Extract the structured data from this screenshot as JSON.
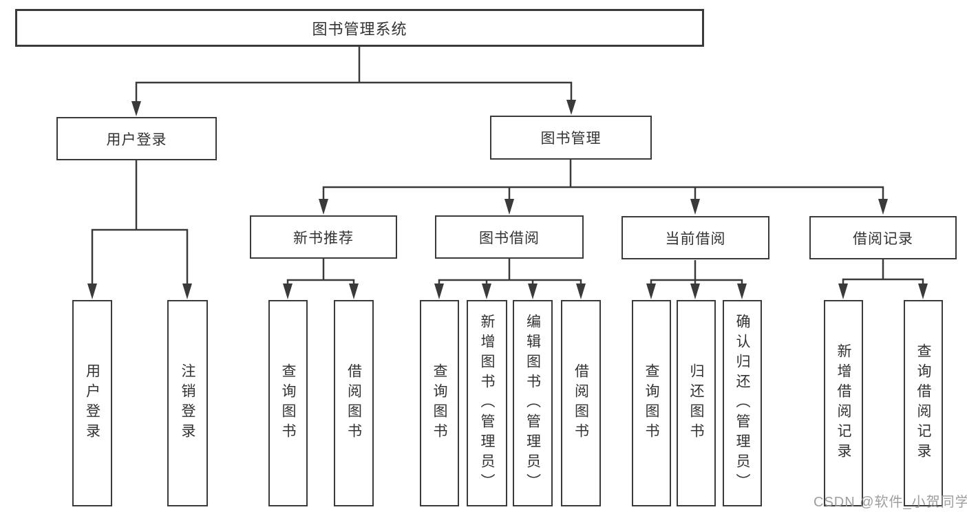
{
  "tree": {
    "label": "图书管理系统",
    "children": [
      {
        "label": "用户登录",
        "children": [
          {
            "label": "用户登录"
          },
          {
            "label": "注销登录"
          }
        ]
      },
      {
        "label": "图书管理",
        "children": [
          {
            "label": "新书推荐",
            "children": [
              {
                "label": "查询图书"
              },
              {
                "label": "借阅图书"
              }
            ]
          },
          {
            "label": "图书借阅",
            "children": [
              {
                "label": "查询图书"
              },
              {
                "label": "新增图书（管理员）"
              },
              {
                "label": "编辑图书（管理员）"
              },
              {
                "label": "借阅图书"
              }
            ]
          },
          {
            "label": "当前借阅",
            "children": [
              {
                "label": "查询图书"
              },
              {
                "label": "归还图书"
              },
              {
                "label": "确认归还（管理员）"
              }
            ]
          },
          {
            "label": "借阅记录",
            "children": [
              {
                "label": "新增借阅记录"
              },
              {
                "label": "查询借阅记录"
              }
            ]
          }
        ]
      }
    ]
  },
  "watermark": {
    "text": "CSDN @软件_小贺同学"
  },
  "colors": {
    "line": "#3a3a3a",
    "text": "#333333",
    "background": "#ffffff",
    "watermark": "#969696"
  }
}
